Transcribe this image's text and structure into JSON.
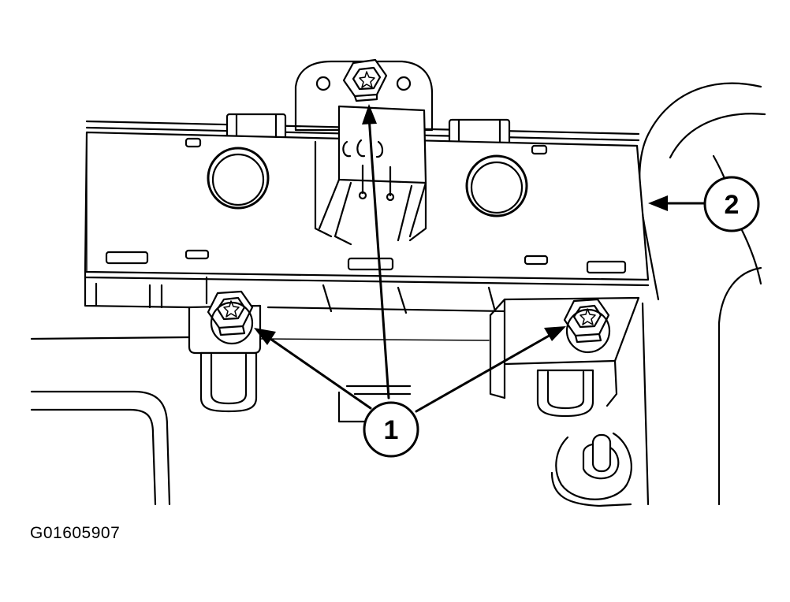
{
  "figure_id": "G01605907",
  "callouts": [
    {
      "id": "callout-1",
      "label": "1"
    },
    {
      "id": "callout-2",
      "label": "2"
    }
  ],
  "colors": {
    "line": "#000000",
    "background": "#ffffff"
  }
}
